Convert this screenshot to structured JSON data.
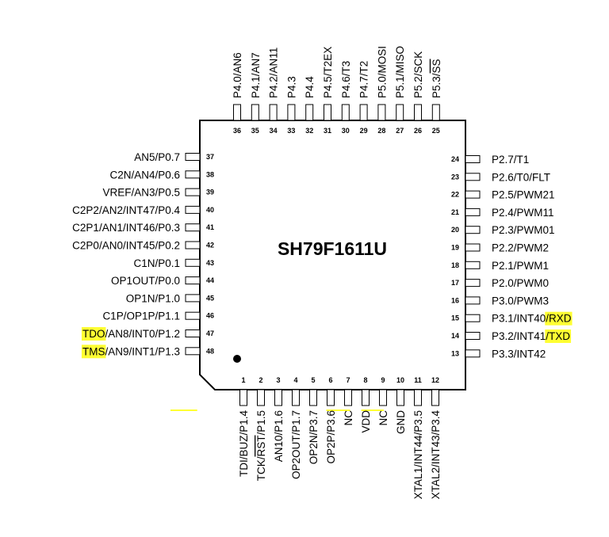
{
  "chip": {
    "title": "SH79F1611U",
    "highlight_color": "#ffff33"
  },
  "pins": {
    "top": [
      {
        "num": "36",
        "label": "P4.0/AN6"
      },
      {
        "num": "35",
        "label": "P4.1/AN7"
      },
      {
        "num": "34",
        "label": "P4.2/AN11"
      },
      {
        "num": "33",
        "label": "P4.3"
      },
      {
        "num": "32",
        "label": "P4.4"
      },
      {
        "num": "31",
        "label": "P4.5/T2EX"
      },
      {
        "num": "30",
        "label": "P4.6/T3"
      },
      {
        "num": "29",
        "label": "P4.7/T2"
      },
      {
        "num": "28",
        "label": "P5.0/MOSI"
      },
      {
        "num": "27",
        "label": "P5.1/MISO"
      },
      {
        "num": "26",
        "label": "P5.2/SCK"
      },
      {
        "num": "25",
        "label": "P5.3/SS",
        "overline": "SS"
      }
    ],
    "left": [
      {
        "num": "37",
        "label": "AN5/P0.7"
      },
      {
        "num": "38",
        "label": "C2N/AN4/P0.6"
      },
      {
        "num": "39",
        "label": "VREF/AN3/P0.5"
      },
      {
        "num": "40",
        "label": "C2P2/AN2/INT47/P0.4"
      },
      {
        "num": "41",
        "label": "C2P1/AN1/INT46/P0.3"
      },
      {
        "num": "42",
        "label": "C2P0/AN0/INT45/P0.2"
      },
      {
        "num": "43",
        "label": "C1N/P0.1"
      },
      {
        "num": "44",
        "label": "OP1OUT/P0.0"
      },
      {
        "num": "45",
        "label": "OP1N/P1.0"
      },
      {
        "num": "46",
        "label": "C1P/OP1P/P1.1"
      },
      {
        "num": "47",
        "label": "TDO/AN8/INT0/P1.2",
        "highlight": "TDO"
      },
      {
        "num": "48",
        "label": "TMS/AN9/INT1/P1.3",
        "highlight": "TMS"
      }
    ],
    "right": [
      {
        "num": "24",
        "label": "P2.7/T1"
      },
      {
        "num": "23",
        "label": "P2.6/T0/FLT"
      },
      {
        "num": "22",
        "label": "P2.5/PWM21"
      },
      {
        "num": "21",
        "label": "P2.4/PWM11"
      },
      {
        "num": "20",
        "label": "P2.3/PWM01"
      },
      {
        "num": "19",
        "label": "P2.2/PWM2"
      },
      {
        "num": "18",
        "label": "P2.1/PWM1"
      },
      {
        "num": "17",
        "label": "P2.0/PWM0"
      },
      {
        "num": "16",
        "label": "P3.0/PWM3"
      },
      {
        "num": "15",
        "label": "P3.1/INT40/RXD",
        "highlight": "/RXD"
      },
      {
        "num": "14",
        "label": "P3.2/INT41/TXD",
        "highlight": "/TXD"
      },
      {
        "num": "13",
        "label": "P3.3/INT42"
      }
    ],
    "bottom": [
      {
        "num": "1",
        "label": "TDI/BUZ/P1.4",
        "highlight": "TDI"
      },
      {
        "num": "2",
        "label": "TCK/RST/P1.5",
        "highlight": "TCK/",
        "overline": "RST"
      },
      {
        "num": "3",
        "label": "AN10/P1.6"
      },
      {
        "num": "4",
        "label": "OP2OUT/P1.7"
      },
      {
        "num": "5",
        "label": "OP2N/P3.7"
      },
      {
        "num": "6",
        "label": "OP2P/P3.6"
      },
      {
        "num": "7",
        "label": "NC",
        "highlight": "NC"
      },
      {
        "num": "8",
        "label": "VDD",
        "highlight": "VDD"
      },
      {
        "num": "9",
        "label": "NC",
        "highlight": "NC"
      },
      {
        "num": "10",
        "label": "GND",
        "highlight": "GND"
      },
      {
        "num": "11",
        "label": "XTAL1/INT44/P3.5"
      },
      {
        "num": "12",
        "label": "XTAL2/INT43/P3.4"
      }
    ]
  }
}
